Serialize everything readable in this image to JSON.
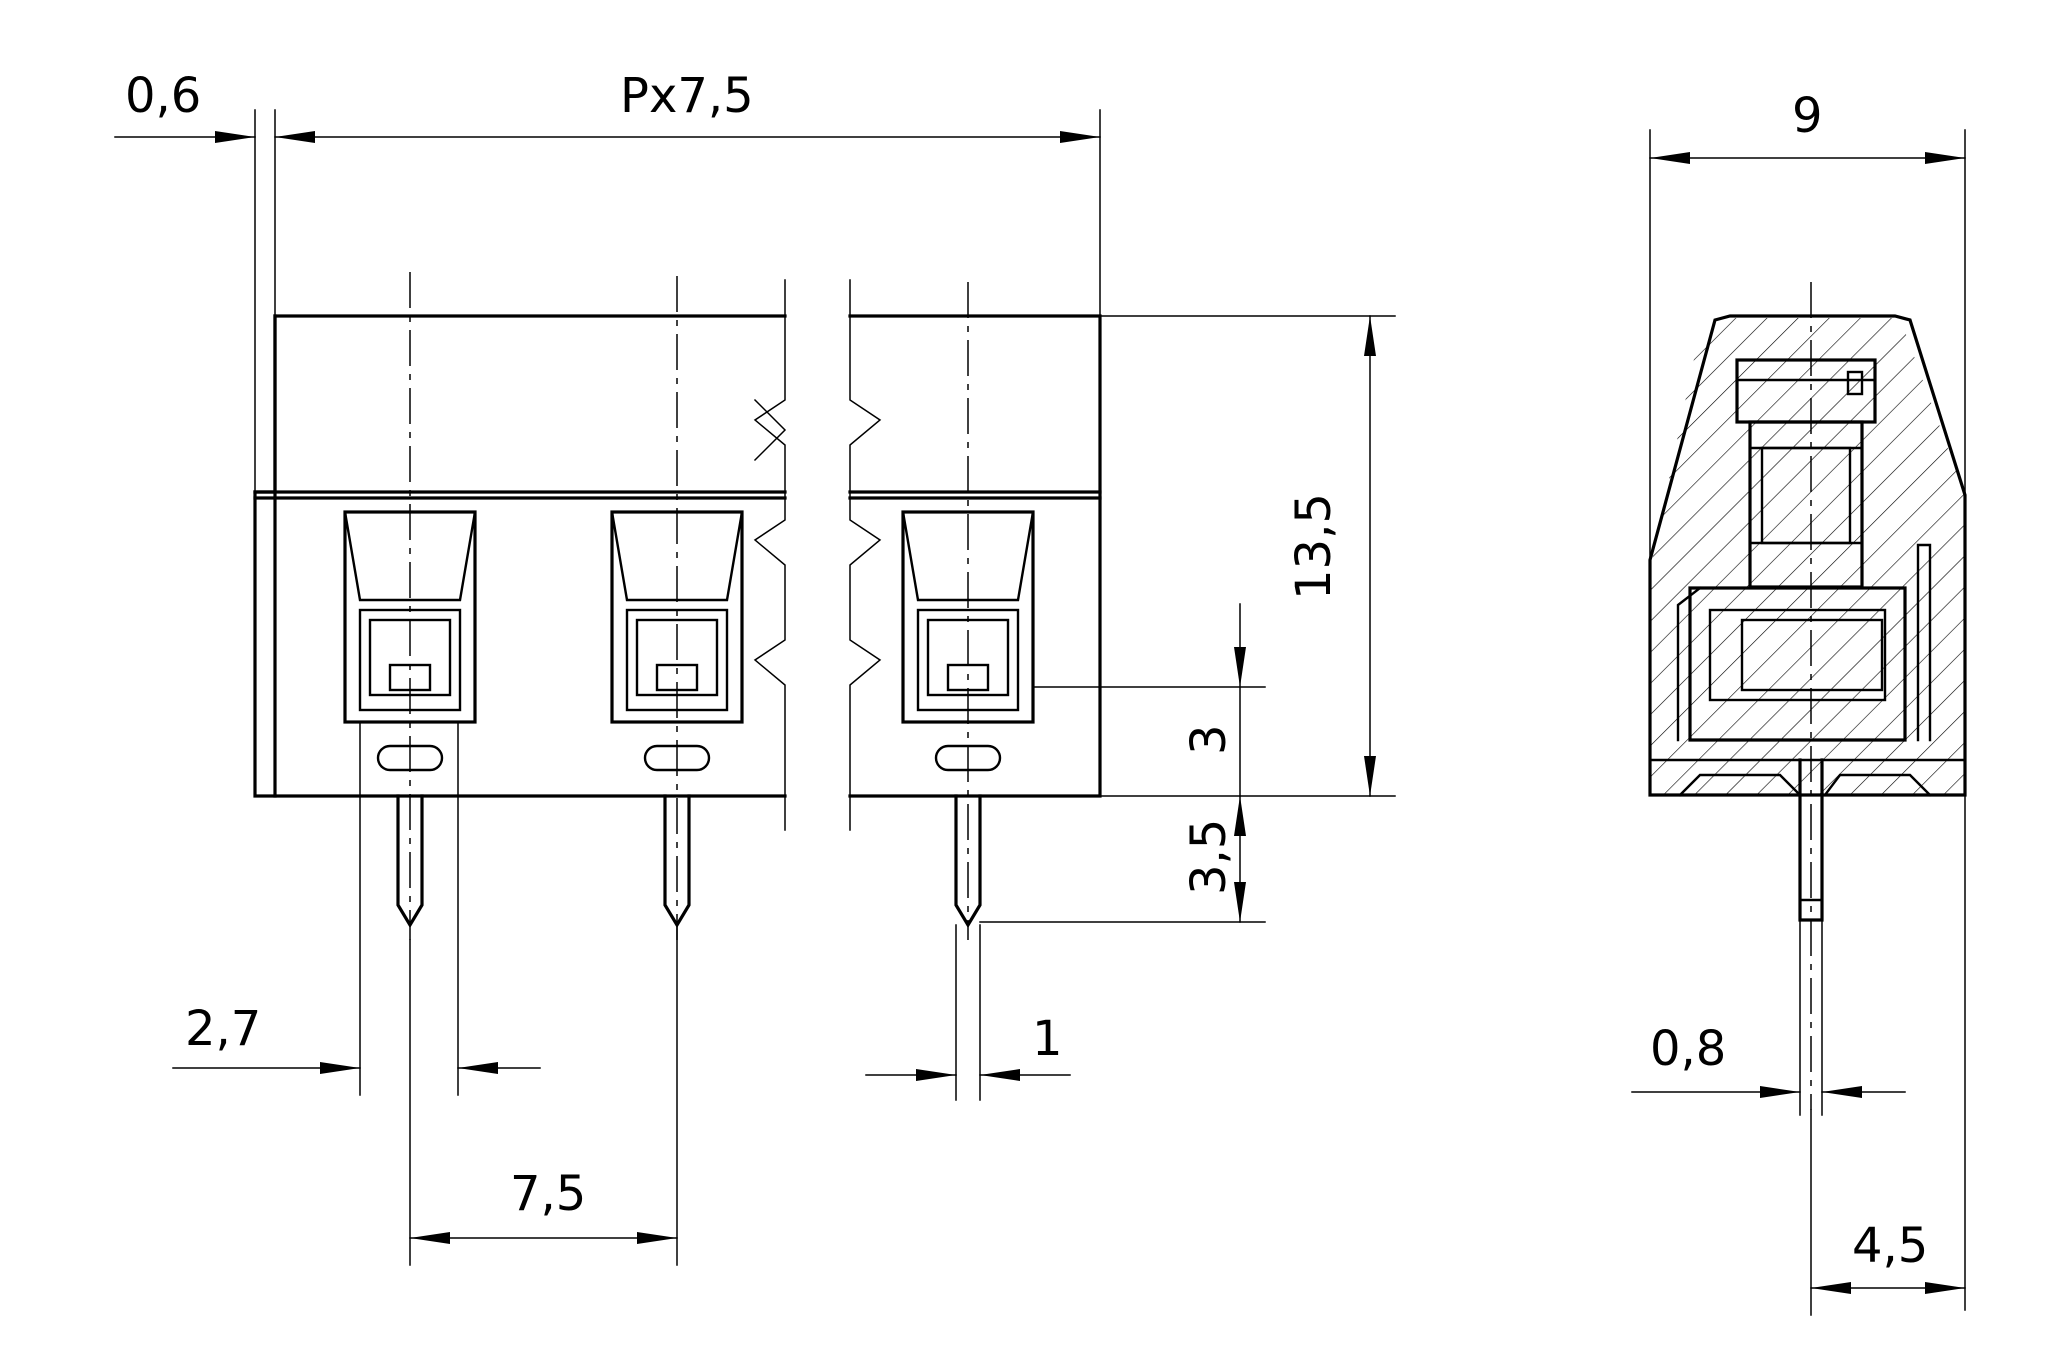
{
  "front_view": {
    "dimensions": {
      "offset": "0,6",
      "pitch_total": "Px7,5",
      "height": "13,5",
      "hole_height": "3",
      "pin_length": "3,5",
      "pin_spacing_width": "2,7",
      "pin_pitch": "7,5",
      "pin_width": "1"
    }
  },
  "side_view": {
    "dimensions": {
      "depth": "9",
      "pin_thickness": "0,8",
      "pin_offset": "4,5"
    }
  }
}
